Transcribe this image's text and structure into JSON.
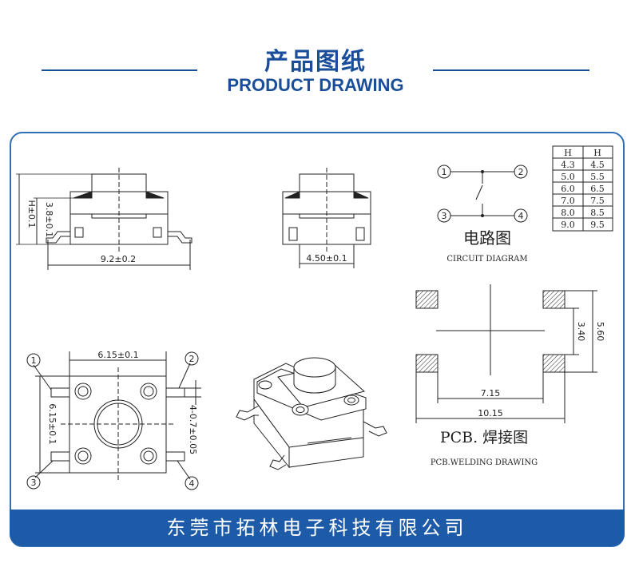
{
  "header": {
    "title_cn": "产品图纸",
    "title_en": "PRODUCT DRAWING"
  },
  "side_view": {
    "height_label": "H±0.1",
    "body_height_label": "3.8±0.1",
    "width_label": "9.2±0.2"
  },
  "front_view": {
    "width_label": "4.50±0.1"
  },
  "circuit": {
    "title_cn": "电路图",
    "title_en": "CIRCUIT DIAGRAM",
    "pins": [
      "1",
      "2",
      "3",
      "4"
    ]
  },
  "height_table": {
    "headers": [
      "H",
      "H"
    ],
    "rows": [
      [
        "4.3",
        "4.5"
      ],
      [
        "5.0",
        "5.5"
      ],
      [
        "6.0",
        "6.5"
      ],
      [
        "7.0",
        "7.5"
      ],
      [
        "8.0",
        "8.5"
      ],
      [
        "9.0",
        "9.5"
      ]
    ]
  },
  "top_view": {
    "width_label": "6.15±0.1",
    "height_label": "6.15±0.1",
    "pin_pitch_label": "4-0.7±0.05",
    "pins": [
      "1",
      "2",
      "3",
      "4"
    ]
  },
  "pcb": {
    "title": "PCB. 焊接图",
    "subtitle": "PCB.WELDING DRAWING",
    "dim_inner_h": "7.15",
    "dim_outer_h": "10.15",
    "dim_inner_v": "3.40",
    "dim_outer_v": "5.60"
  },
  "footer": {
    "company": "东莞市拓林电子科技有限公司"
  }
}
